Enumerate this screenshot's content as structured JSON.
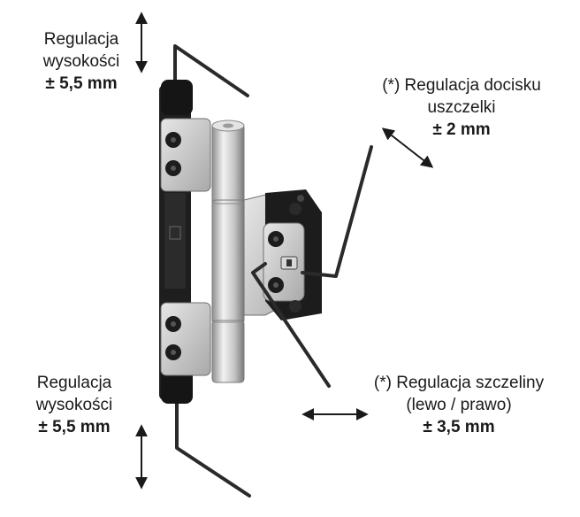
{
  "annotations": {
    "height_top": {
      "line1": "Regulacja",
      "line2": "wysokości",
      "value": "± 5,5 mm"
    },
    "seal_pressure": {
      "line1": "(*) Regulacja docisku",
      "line2": "uszczelki",
      "value": "± 2 mm"
    },
    "height_bottom": {
      "line1": "Regulacja",
      "line2": "wysokości",
      "value": "± 5,5 mm"
    },
    "gap": {
      "line1": "(*) Regulacja szczeliny",
      "line2": "(lewo / prawo)",
      "value": "± 3,5 mm"
    }
  },
  "colors": {
    "text": "#1a1a1a",
    "arrow": "#1a1a1a",
    "hinge_dark": "#1c1c1c",
    "hinge_silver": "#c9c9c9"
  }
}
